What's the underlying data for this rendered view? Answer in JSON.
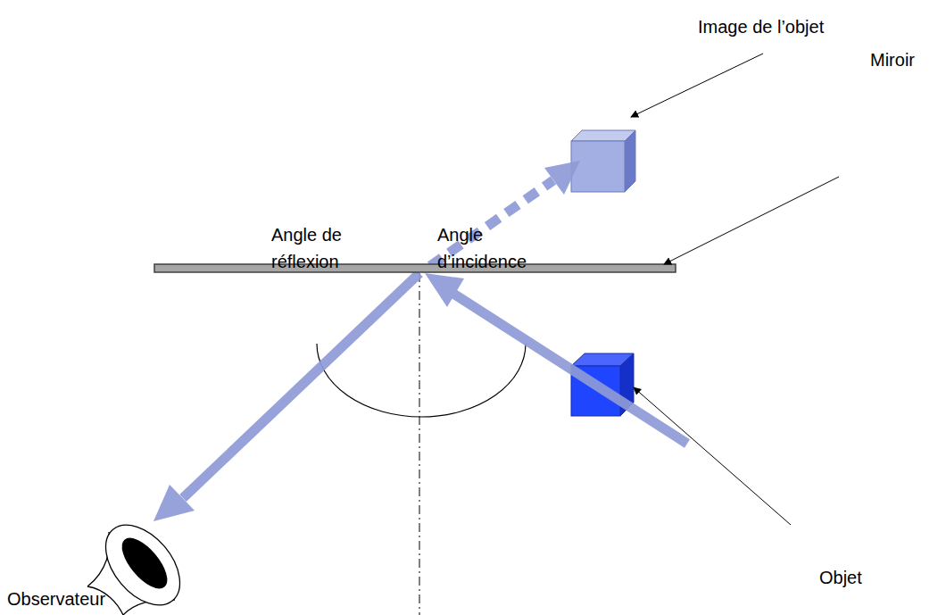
{
  "diagram": {
    "labels": [
      "Image de l’objet",
      "Miroir",
      "Angle de réflexion",
      "Angle d’incidence",
      "Objet",
      "Observateur"
    ]
  }
}
